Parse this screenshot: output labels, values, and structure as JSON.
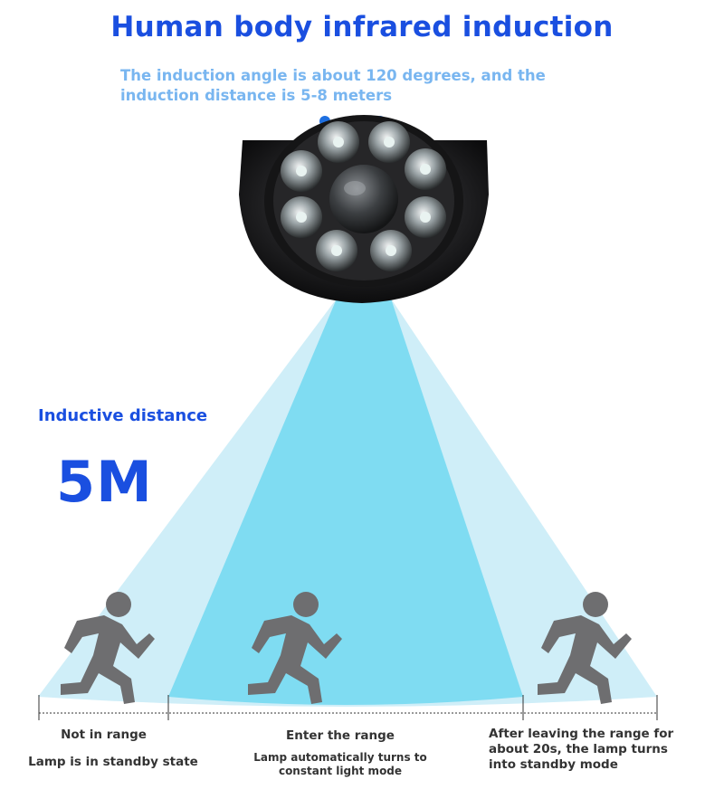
{
  "header": {
    "title": "Human body infrared induction",
    "subtitle": "The induction angle is about 120 degrees, and the induction distance is 5-8 meters"
  },
  "pager": {
    "dots": [
      {
        "color": "#1e6fe0"
      },
      {
        "color": "#7fb8ee"
      },
      {
        "color": "#1e6fe0"
      }
    ]
  },
  "distance": {
    "label": "Inductive distance",
    "value": "5M"
  },
  "zones": {
    "left": {
      "title": "Not in range",
      "desc": "Lamp is in standby state"
    },
    "middle": {
      "title": "Enter the range",
      "desc": "Lamp automatically turns to constant light mode"
    },
    "right": {
      "desc": "After leaving the range for about 20s, the lamp turns into standby mode"
    }
  },
  "colors": {
    "accent": "#1a4fe0",
    "subtitle": "#79b6f0",
    "beam_outer": "#cfeef8",
    "beam_inner": "#7fdcf2",
    "figure": "#6e6e70"
  }
}
